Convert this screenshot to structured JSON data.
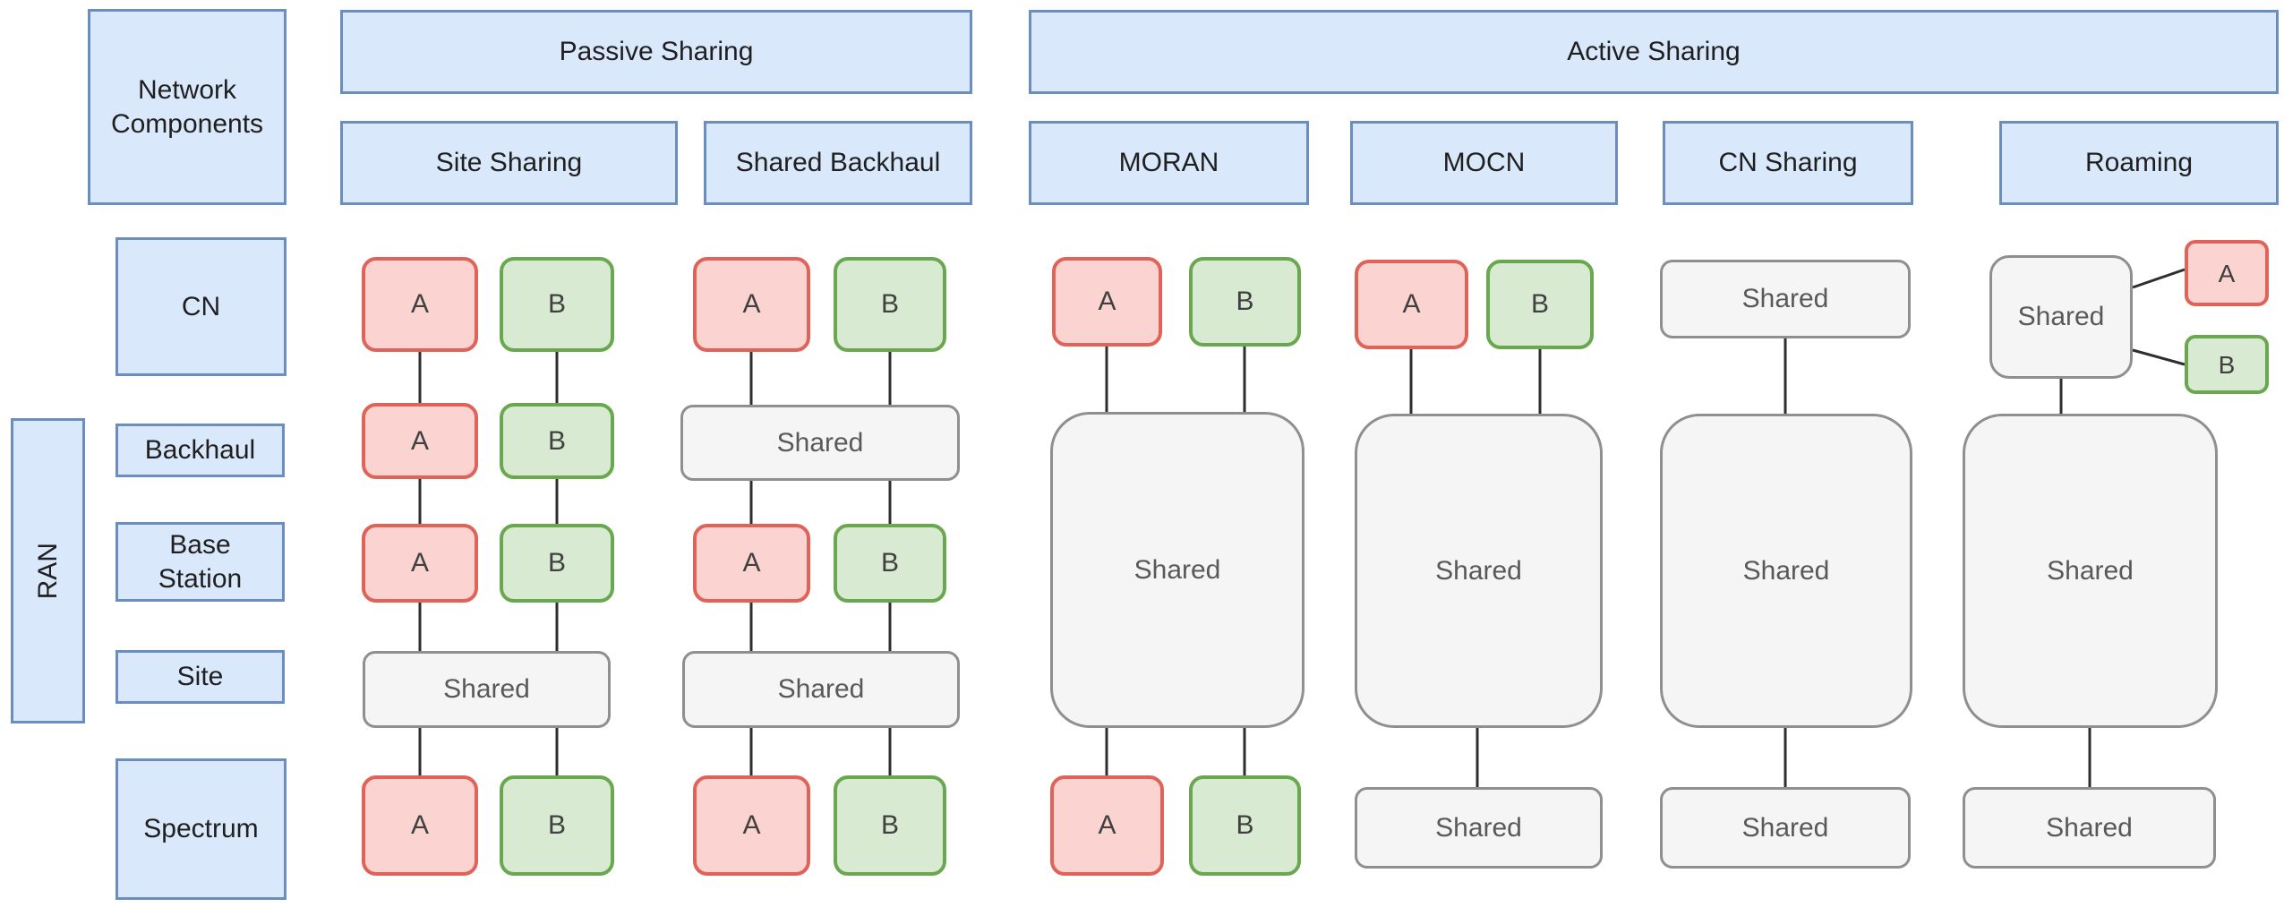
{
  "headers": {
    "network_components": "Network Components",
    "passive_sharing": "Passive Sharing",
    "active_sharing": "Active Sharing",
    "site_sharing": "Site Sharing",
    "shared_backhaul": "Shared Backhaul",
    "moran": "MORAN",
    "mocn": "MOCN",
    "cn_sharing": "CN Sharing",
    "roaming": "Roaming"
  },
  "rows": {
    "cn": "CN",
    "ran": "RAN",
    "backhaul": "Backhaul",
    "base_station": "Base Station",
    "site": "Site",
    "spectrum": "Spectrum"
  },
  "labels": {
    "a": "A",
    "b": "B",
    "shared": "Shared"
  },
  "colors": {
    "operator_a_fill": "#fbd3d0",
    "operator_a_border": "#e0635a",
    "operator_b_fill": "#d9ead3",
    "operator_b_border": "#6aa84f",
    "shared_fill": "#f5f5f5",
    "shared_border": "#8f8f8f",
    "header_fill": "#dae8fc",
    "header_border": "#6c8ebf",
    "connector": "#2e2e2e"
  },
  "sharing_models": [
    {
      "name": "Site Sharing",
      "group": "Passive Sharing",
      "cn": [
        "A",
        "B"
      ],
      "backhaul": [
        "A",
        "B"
      ],
      "base_station": [
        "A",
        "B"
      ],
      "site": [
        "Shared"
      ],
      "spectrum": [
        "A",
        "B"
      ]
    },
    {
      "name": "Shared Backhaul",
      "group": "Passive Sharing",
      "cn": [
        "A",
        "B"
      ],
      "backhaul": [
        "Shared"
      ],
      "base_station": [
        "A",
        "B"
      ],
      "site": [
        "Shared"
      ],
      "spectrum": [
        "A",
        "B"
      ]
    },
    {
      "name": "MORAN",
      "group": "Active Sharing",
      "cn": [
        "A",
        "B"
      ],
      "ran": [
        "Shared"
      ],
      "spectrum": [
        "A",
        "B"
      ]
    },
    {
      "name": "MOCN",
      "group": "Active Sharing",
      "cn": [
        "A",
        "B"
      ],
      "ran": [
        "Shared"
      ],
      "spectrum": [
        "Shared"
      ]
    },
    {
      "name": "CN Sharing",
      "group": "Active Sharing",
      "cn": [
        "Shared"
      ],
      "ran": [
        "Shared"
      ],
      "spectrum": [
        "Shared"
      ]
    },
    {
      "name": "Roaming",
      "group": "Active Sharing",
      "cn": [
        "Shared",
        "A",
        "B"
      ],
      "ran": [
        "Shared"
      ],
      "spectrum": [
        "Shared"
      ]
    }
  ]
}
